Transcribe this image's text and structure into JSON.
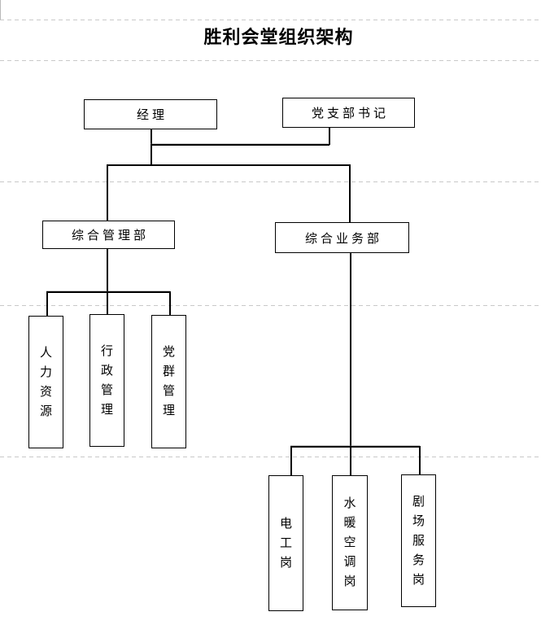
{
  "page": {
    "title": "胜利会堂组织架构"
  },
  "org": {
    "nodes": {
      "manager": {
        "label": "经理"
      },
      "party_secretary": {
        "label": "党支部书记"
      },
      "general_management_dept": {
        "label": "综合管理部"
      },
      "general_business_dept": {
        "label": "综合业务部"
      },
      "human_resources": {
        "label": "人力资源"
      },
      "administration": {
        "label": "行政管理"
      },
      "party_mass": {
        "label": "党群管理"
      },
      "electrician_post": {
        "label": "电工岗"
      },
      "hvac_post": {
        "label": "水暖空调岗"
      },
      "theater_service_post": {
        "label": "剧场服务岗"
      }
    },
    "hierarchy": {
      "top": [
        "经理",
        "党支部书记"
      ],
      "branches": [
        {
          "parent": "综合管理部",
          "children": [
            "人力资源",
            "行政管理",
            "党群管理"
          ]
        },
        {
          "parent": "综合业务部",
          "children": [
            "电工岗",
            "水暖空调岗",
            "剧场服务岗"
          ]
        }
      ]
    }
  },
  "colors": {
    "line": "#000000",
    "gridline": "#c9c9c9",
    "background": "#ffffff",
    "text": "#000000"
  }
}
